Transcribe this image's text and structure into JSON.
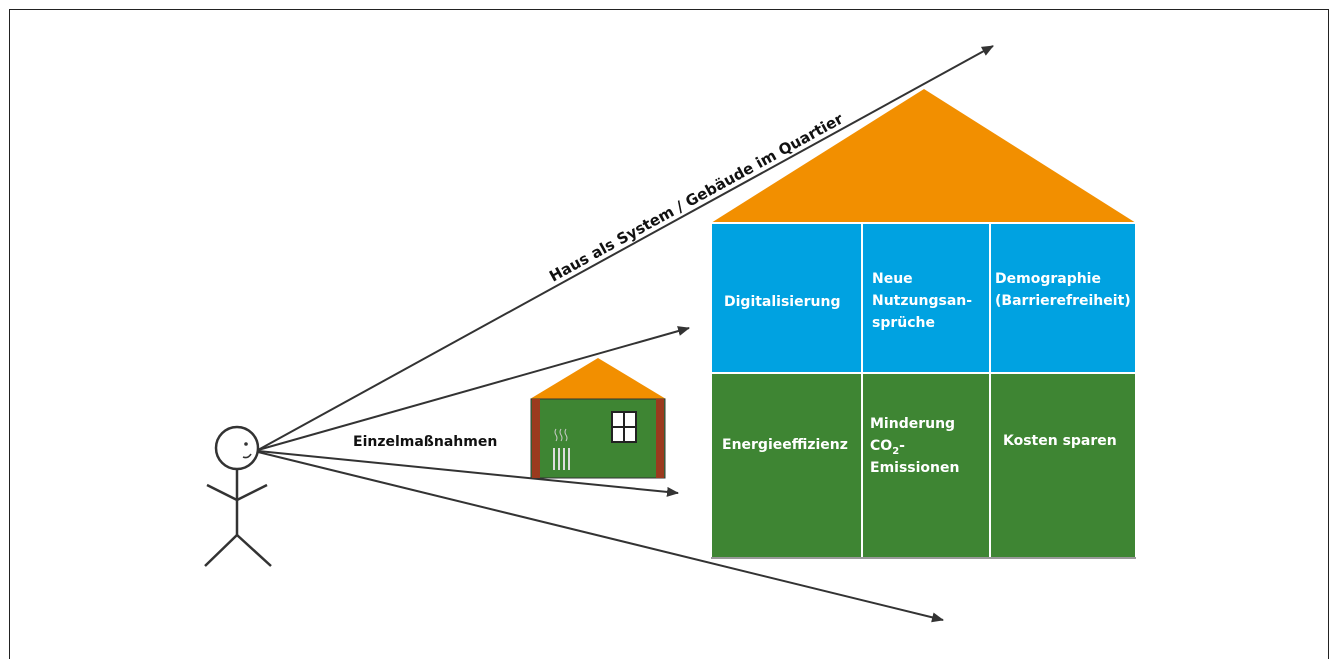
{
  "labels": {
    "system_arrow": "Haus als System / Gebäude im Quartier",
    "single_measures": "Einzelmaßnahmen"
  },
  "cells": {
    "digitalisierung": "Digitalisierung",
    "nutzung_1": "Neue",
    "nutzung_2": "Nutzungsan-",
    "nutzung_3": "sprüche",
    "demographie_1": "Demographie",
    "demographie_2": "(Barrierefreiheit)",
    "energieeffizienz": "Energieeffizienz",
    "minderung_1": "Minderung",
    "minderung_co": "CO",
    "minderung_sub": "2",
    "minderung_dash": "-",
    "minderung_3": "Emissionen",
    "kosten": "Kosten sparen"
  },
  "colors": {
    "roof": "#F28F00",
    "upper_row": "#00A2E1",
    "lower_row": "#3E8533",
    "chimney_wall": "#9B3A1E",
    "cell_border": "#ffffff",
    "arrow": "#333333"
  }
}
